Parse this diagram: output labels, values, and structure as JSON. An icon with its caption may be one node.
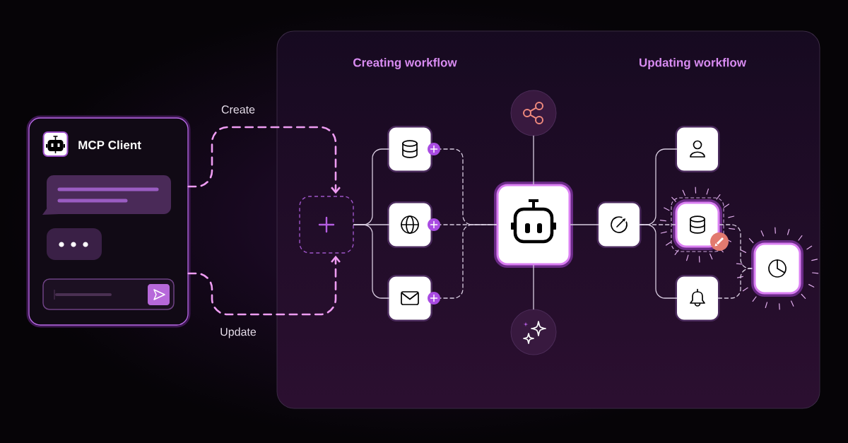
{
  "diagram": {
    "nodes": [
      {
        "text": [
          "MCP Client"
        ]
      },
      {
        "text": [
          "Creating workflow",
          "Updating workflow"
        ]
      },
      {
        "text": [],
        "shape": "box",
        "in": 1
      },
      {
        "text": [],
        "shape": "box",
        "in": 1
      },
      {
        "text": [],
        "shape": "box",
        "in": 1
      },
      {
        "text": [],
        "shape": "box",
        "in": 1
      },
      {
        "text": [],
        "shape": "box",
        "in": 1
      },
      {
        "text": [],
        "shape": "circle",
        "in": 1
      },
      {
        "text": [],
        "shape": "circle",
        "in": 1
      },
      {
        "text": [],
        "shape": "box",
        "in": 1
      },
      {
        "text": [],
        "shape": "box",
        "in": 1
      },
      {
        "text": [],
        "shape": "box",
        "in": 1
      },
      {
        "text": [],
        "shape": "box",
        "in": 1
      },
      {
        "text": [],
        "shape": "box",
        "in": 1
      }
    ],
    "edges": [
      {
        "from": 0,
        "to": 2,
        "arrow": "to",
        "label": "Create",
        "style": "dashed",
        "color": "#ee9cf2"
      },
      {
        "from": 0,
        "to": 2,
        "arrow": "to",
        "label": "Update",
        "style": "dashed",
        "color": "#ee9cf2"
      },
      {
        "from": 2,
        "to": 3,
        "arrow": "none"
      },
      {
        "from": 2,
        "to": 4,
        "arrow": "none"
      },
      {
        "from": 2,
        "to": 5,
        "arrow": "none"
      },
      {
        "from": 3,
        "to": 6,
        "arrow": "none",
        "style": "dashed"
      },
      {
        "from": 4,
        "to": 6,
        "arrow": "none",
        "style": "dashed"
      },
      {
        "from": 5,
        "to": 6,
        "arrow": "none",
        "style": "dashed"
      },
      {
        "from": 6,
        "to": 7,
        "arrow": "none"
      },
      {
        "from": 6,
        "to": 8,
        "arrow": "none"
      },
      {
        "from": 6,
        "to": 9,
        "arrow": "none"
      },
      {
        "from": 9,
        "to": 10,
        "arrow": "none"
      },
      {
        "from": 9,
        "to": 11,
        "arrow": "none",
        "style": "dashed"
      },
      {
        "from": 9,
        "to": 12,
        "arrow": "none"
      },
      {
        "from": 11,
        "to": 13,
        "arrow": "none",
        "style": "dashed"
      },
      {
        "from": 12,
        "to": 13,
        "arrow": "none",
        "style": "dashed"
      }
    ]
  }
}
